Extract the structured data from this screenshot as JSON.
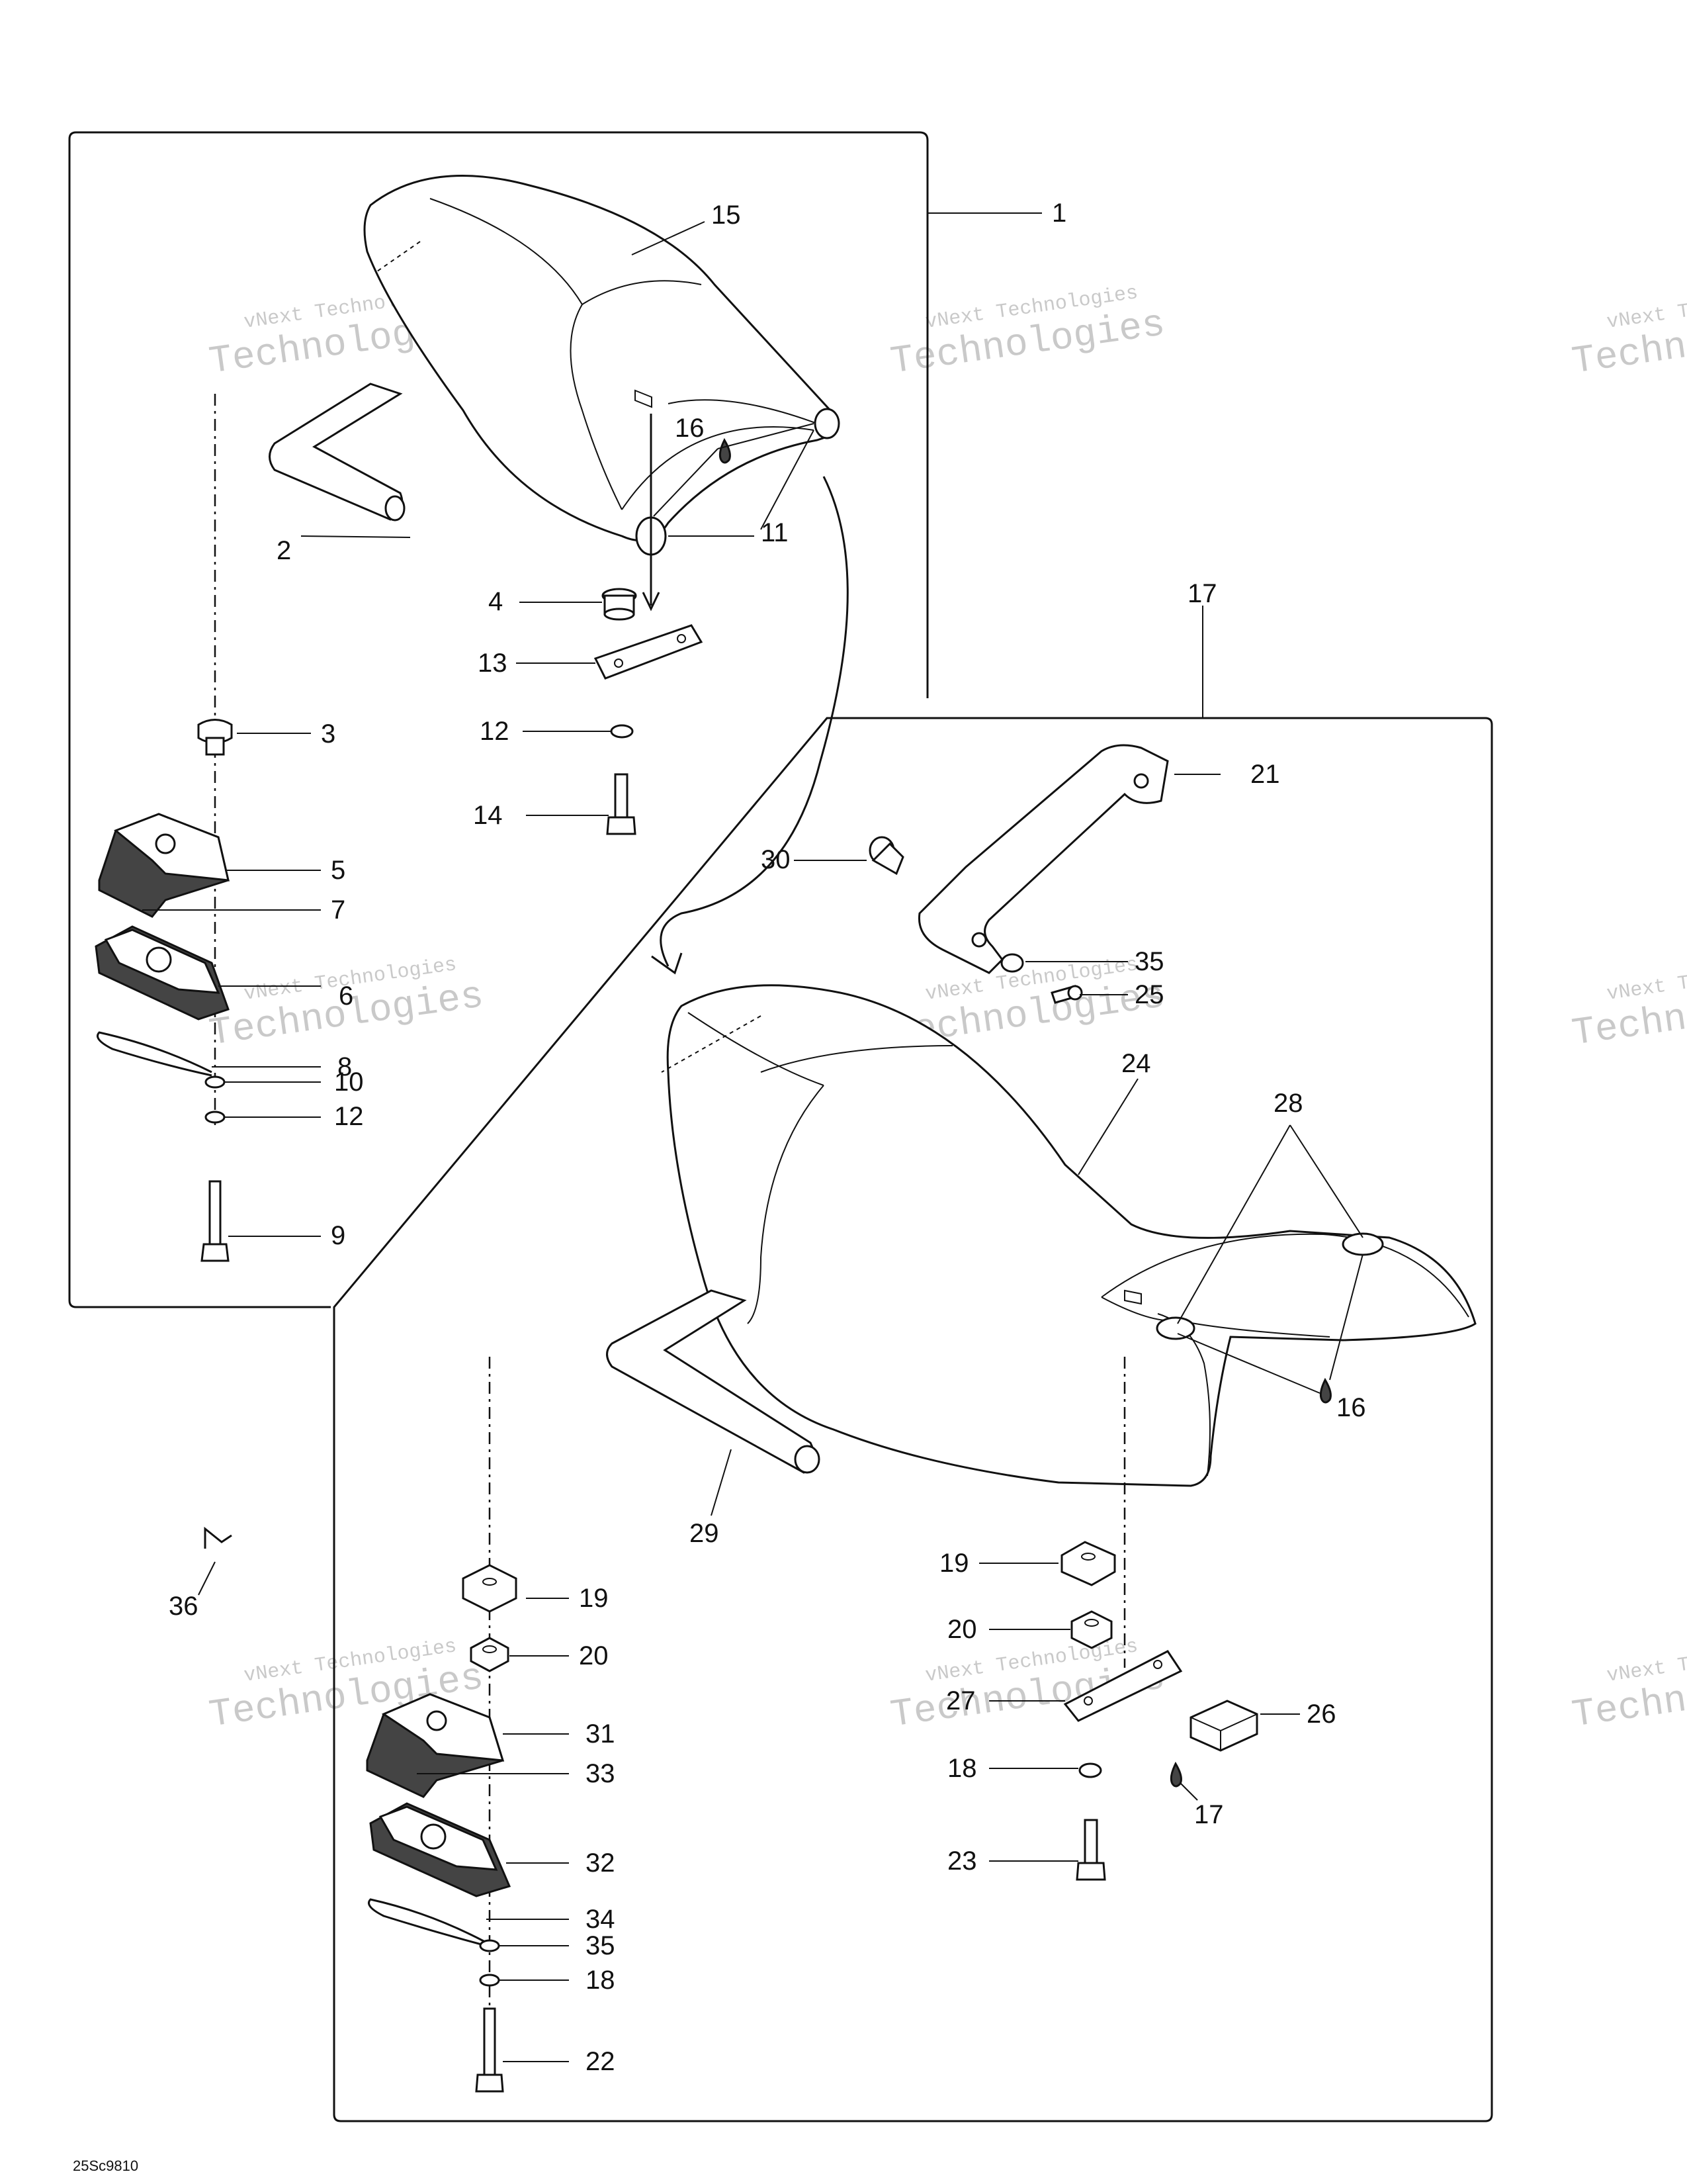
{
  "diagram_code": "25Sc9810",
  "watermark": {
    "line1": "vNext Technologies",
    "line2": "Technologies"
  },
  "callouts": {
    "c1": "1",
    "c2": "2",
    "c3": "3",
    "c4": "4",
    "c5": "5",
    "c6": "6",
    "c7": "7",
    "c8": "8",
    "c9": "9",
    "c10": "10",
    "c11": "11",
    "c12a": "12",
    "c12b": "12",
    "c13": "13",
    "c14": "14",
    "c15": "15",
    "c16a": "16",
    "c16b": "16",
    "c17a": "17",
    "c17b": "17",
    "c18a": "18",
    "c18b": "18",
    "c19a": "19",
    "c19b": "19",
    "c20a": "20",
    "c20b": "20",
    "c21": "21",
    "c22": "22",
    "c23": "23",
    "c24": "24",
    "c25": "25",
    "c26": "26",
    "c27": "27",
    "c28": "28",
    "c29": "29",
    "c30": "30",
    "c31": "31",
    "c32": "32",
    "c33": "33",
    "c34": "34",
    "c35a": "35",
    "c35b": "35",
    "c36": "36"
  }
}
